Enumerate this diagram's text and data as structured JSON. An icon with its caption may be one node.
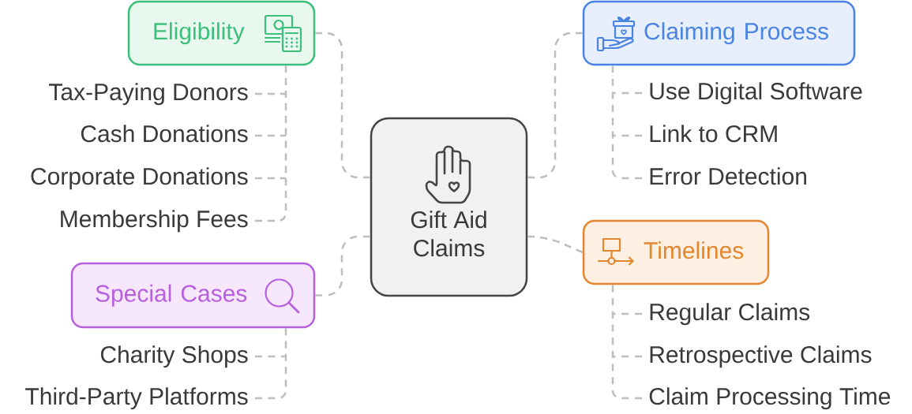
{
  "diagram": {
    "nodes": [
      {
        "text": [
          "Gift Aid Claims"
        ]
      },
      {
        "text": [
          "Eligibility"
        ]
      },
      {
        "text": [
          "Tax-Paying Donors"
        ]
      },
      {
        "text": [
          "Cash Donations"
        ]
      },
      {
        "text": [
          "Corporate Donations"
        ]
      },
      {
        "text": [
          "Membership Fees"
        ]
      },
      {
        "text": [
          "Claiming Process"
        ]
      },
      {
        "text": [
          "Use Digital Software"
        ]
      },
      {
        "text": [
          "Link to CRM"
        ]
      },
      {
        "text": [
          "Error Detection"
        ]
      },
      {
        "text": [
          "Special Cases"
        ]
      },
      {
        "text": [
          "Charity Shops"
        ]
      },
      {
        "text": [
          "Third-Party Platforms"
        ]
      },
      {
        "text": [
          "Timelines"
        ]
      },
      {
        "text": [
          "Regular Claims"
        ]
      },
      {
        "text": [
          "Retrospective Claims"
        ]
      },
      {
        "text": [
          "Claim Processing Time"
        ]
      }
    ],
    "edges": [
      {
        "from": 0,
        "to": 1,
        "arrow": "none",
        "style": "dashed"
      },
      {
        "from": 1,
        "to": 2,
        "arrow": "none",
        "style": "dashed"
      },
      {
        "from": 1,
        "to": 3,
        "arrow": "none",
        "style": "dashed"
      },
      {
        "from": 1,
        "to": 4,
        "arrow": "none",
        "style": "dashed"
      },
      {
        "from": 1,
        "to": 5,
        "arrow": "none",
        "style": "dashed"
      },
      {
        "from": 0,
        "to": 6,
        "arrow": "none",
        "style": "dashed"
      },
      {
        "from": 6,
        "to": 7,
        "arrow": "none",
        "style": "dashed"
      },
      {
        "from": 6,
        "to": 8,
        "arrow": "none",
        "style": "dashed"
      },
      {
        "from": 6,
        "to": 9,
        "arrow": "none",
        "style": "dashed"
      },
      {
        "from": 0,
        "to": 10,
        "arrow": "none",
        "style": "dashed"
      },
      {
        "from": 10,
        "to": 11,
        "arrow": "none",
        "style": "dashed"
      },
      {
        "from": 10,
        "to": 12,
        "arrow": "none",
        "style": "dashed"
      },
      {
        "from": 0,
        "to": 13,
        "arrow": "none",
        "style": "dashed"
      },
      {
        "from": 13,
        "to": 14,
        "arrow": "none",
        "style": "dashed"
      },
      {
        "from": 13,
        "to": 15,
        "arrow": "none",
        "style": "dashed"
      },
      {
        "from": 13,
        "to": 16,
        "arrow": "none",
        "style": "dashed"
      }
    ]
  }
}
